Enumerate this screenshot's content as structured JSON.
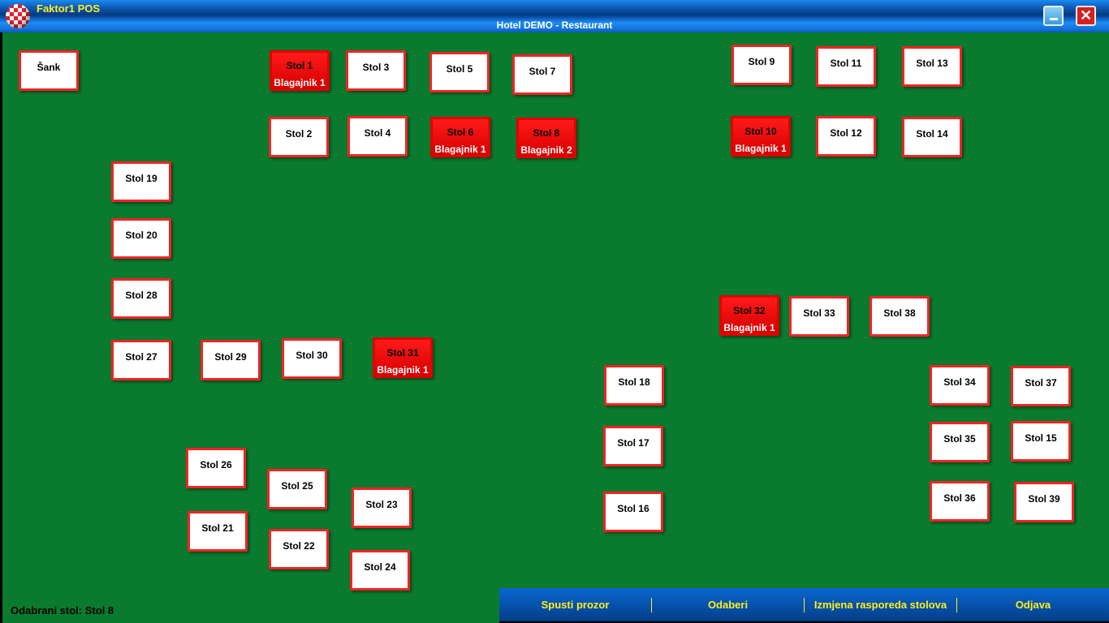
{
  "window": {
    "app_title": "Faktor1 POS",
    "subtitle": "Hotel DEMO - Restaurant",
    "close_glyph": "✕"
  },
  "tables": [
    {
      "name": "Šank",
      "busy": false
    },
    {
      "name": "Stol 1",
      "busy": true,
      "cashier": "Blagajnik 1"
    },
    {
      "name": "Stol 3",
      "busy": false
    },
    {
      "name": "Stol 5",
      "busy": false
    },
    {
      "name": "Stol 7",
      "busy": false
    },
    {
      "name": "Stol 2",
      "busy": false
    },
    {
      "name": "Stol 4",
      "busy": false
    },
    {
      "name": "Stol 6",
      "busy": true,
      "cashier": "Blagajnik 1"
    },
    {
      "name": "Stol 8",
      "busy": true,
      "cashier": "Blagajnik 2"
    },
    {
      "name": "Stol 9",
      "busy": false
    },
    {
      "name": "Stol 11",
      "busy": false
    },
    {
      "name": "Stol 13",
      "busy": false
    },
    {
      "name": "Stol 10",
      "busy": true,
      "cashier": "Blagajnik 1"
    },
    {
      "name": "Stol 12",
      "busy": false
    },
    {
      "name": "Stol 14",
      "busy": false
    },
    {
      "name": "Stol 19",
      "busy": false
    },
    {
      "name": "Stol 20",
      "busy": false
    },
    {
      "name": "Stol 28",
      "busy": false
    },
    {
      "name": "Stol 27",
      "busy": false
    },
    {
      "name": "Stol 29",
      "busy": false
    },
    {
      "name": "Stol 30",
      "busy": false
    },
    {
      "name": "Stol 31",
      "busy": true,
      "cashier": "Blagajnik 1"
    },
    {
      "name": "Stol 32",
      "busy": true,
      "cashier": "Blagajnik 1"
    },
    {
      "name": "Stol 33",
      "busy": false
    },
    {
      "name": "Stol 38",
      "busy": false
    },
    {
      "name": "Stol 18",
      "busy": false
    },
    {
      "name": "Stol 17",
      "busy": false
    },
    {
      "name": "Stol 16",
      "busy": false
    },
    {
      "name": "Stol 34",
      "busy": false
    },
    {
      "name": "Stol 37",
      "busy": false
    },
    {
      "name": "Stol 35",
      "busy": false
    },
    {
      "name": "Stol 15",
      "busy": false
    },
    {
      "name": "Stol 36",
      "busy": false
    },
    {
      "name": "Stol 39",
      "busy": false
    },
    {
      "name": "Stol 26",
      "busy": false
    },
    {
      "name": "Stol 25",
      "busy": false
    },
    {
      "name": "Stol 23",
      "busy": false
    },
    {
      "name": "Stol 21",
      "busy": false
    },
    {
      "name": "Stol 22",
      "busy": false
    },
    {
      "name": "Stol 24",
      "busy": false
    }
  ],
  "status": "Odabrani stol: Stol 8",
  "bottom_bar": [
    "Spusti prozor",
    "Odaberi",
    "Izmjena rasporeda stolova",
    "Odjava"
  ],
  "colors": {
    "floor": "#0a7a2e",
    "busy": "#ff0000",
    "accent": "#ffef1a"
  }
}
